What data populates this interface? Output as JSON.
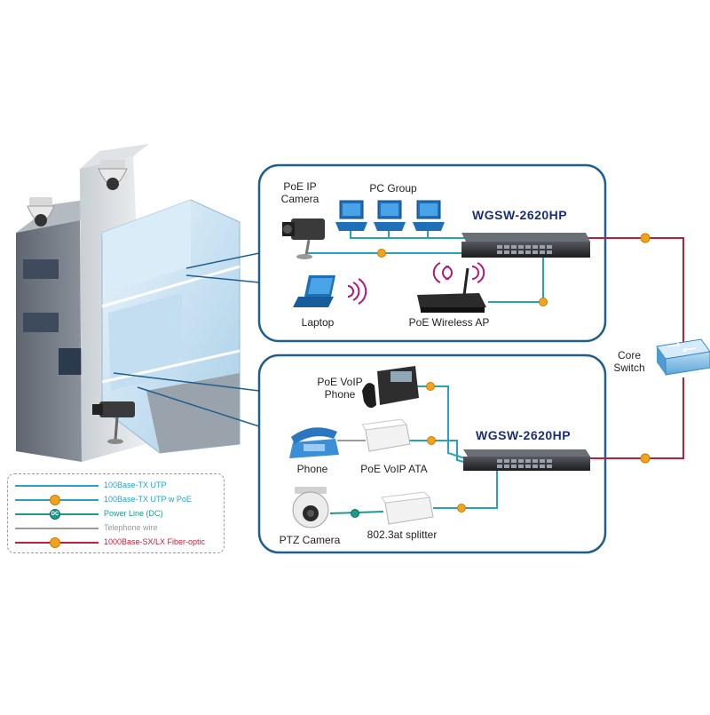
{
  "upper_group": {
    "switch_label": "WGSW-2620HP",
    "camera_label": "PoE IP\nCamera",
    "pc_group_label": "PC Group",
    "laptop_label": "Laptop",
    "wireless_ap_label": "PoE Wireless AP"
  },
  "lower_group": {
    "switch_label": "WGSW-2620HP",
    "voip_phone_label": "PoE VoIP\nPhone",
    "phone_label": "Phone",
    "voip_ata_label": "PoE VoIP ATA",
    "ptz_camera_label": "PTZ Camera",
    "splitter_label": "802.3at splitter"
  },
  "core_switch_label": "Core\nSwitch",
  "legend": {
    "items": [
      {
        "label": "100Base-TX UTP",
        "color": "#2aa0c0",
        "marker": ""
      },
      {
        "label": "100Base-TX UTP w PoE",
        "color": "#2aa0c0",
        "marker": "poe"
      },
      {
        "label": "Power Line (DC)",
        "color": "#1e9a8a",
        "marker": "DC"
      },
      {
        "label": "Telephone wire",
        "color": "#9a9a9a",
        "marker": ""
      },
      {
        "label": "1000Base-SX/LX Fiber-optic",
        "color": "#c0203a",
        "marker": "fiber"
      }
    ]
  },
  "colors": {
    "utp": "#2aa0c0",
    "poe_dot": "#f2a21b",
    "dc": "#1e9a8a",
    "fiber": "#b8203a",
    "panel_border": "#1f5f8f",
    "model_text": "#1a2f7a"
  }
}
